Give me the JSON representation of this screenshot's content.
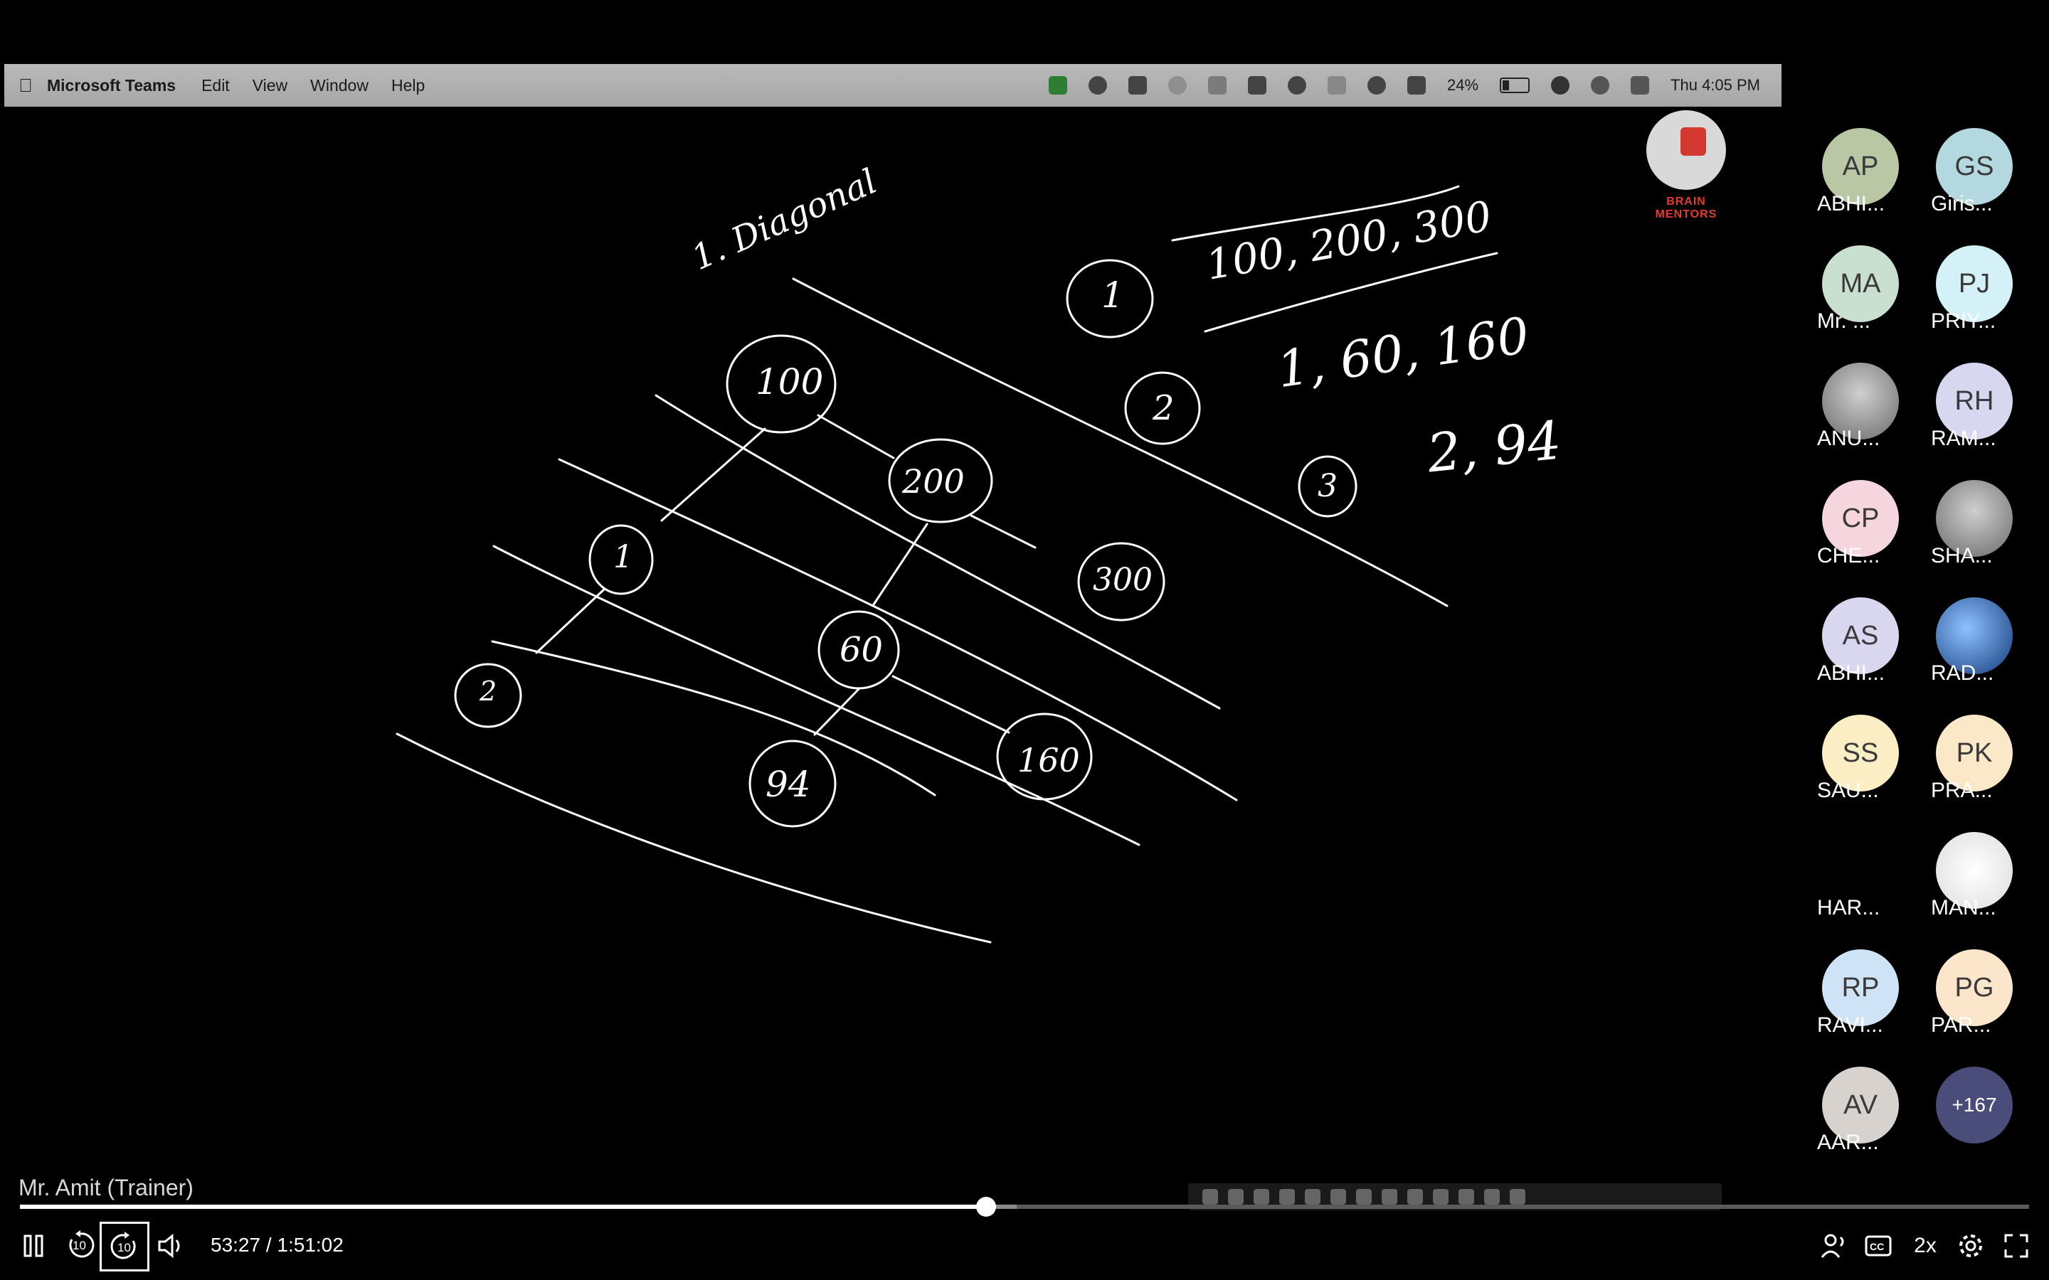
{
  "menubar": {
    "app_name": "Microsoft Teams",
    "items": [
      "Edit",
      "View",
      "Window",
      "Help"
    ],
    "battery": "24%",
    "clock": "Thu 4:05 PM"
  },
  "logo": {
    "text": "BRAIN MENTORS"
  },
  "whiteboard": {
    "title": "1. Diagonal",
    "labels": {
      "n100": "100",
      "n200": "200",
      "n300": "300",
      "n1": "1",
      "n60": "60",
      "n160": "160",
      "n2": "2",
      "n94": "94",
      "list1_num": "1",
      "list1_text": "100, 200, 300",
      "list2_num": "2",
      "list2_text": "1, 60, 160",
      "list3_num": "3",
      "list3_text": "2, 94"
    }
  },
  "participants": [
    {
      "initials": "AP",
      "name": "ABHI...",
      "color": "#b9c7a5"
    },
    {
      "initials": "GS",
      "name": "Giris...",
      "color": "#b3d8df"
    },
    {
      "initials": "MA",
      "name": "Mr. ...",
      "color": "#c9dfcf"
    },
    {
      "initials": "PJ",
      "name": "PRIY...",
      "color": "#d4f1f7"
    },
    {
      "initials": "",
      "name": "ANU...",
      "color": "photo"
    },
    {
      "initials": "RH",
      "name": "RAM...",
      "color": "#d7d8ef"
    },
    {
      "initials": "CP",
      "name": "CHE...",
      "color": "#f6d6de"
    },
    {
      "initials": "",
      "name": "SHA...",
      "color": "photo"
    },
    {
      "initials": "AS",
      "name": "ABHI...",
      "color": "#d9d6f0"
    },
    {
      "initials": "",
      "name": "RAD...",
      "color": "photo-blue"
    },
    {
      "initials": "SS",
      "name": "SAU...",
      "color": "#fbeec4"
    },
    {
      "initials": "PK",
      "name": "PRA...",
      "color": "#fbe8c9"
    },
    {
      "initials": "",
      "name": "HAR...",
      "color": "none"
    },
    {
      "initials": "",
      "name": "MAN...",
      "color": "photo-white"
    },
    {
      "initials": "RP",
      "name": "RAVI...",
      "color": "#cfe3f7"
    },
    {
      "initials": "PG",
      "name": "PAR...",
      "color": "#fbe6cc"
    },
    {
      "initials": "AV",
      "name": "AAR...",
      "color": "#d7d2cd"
    },
    {
      "initials": "+167",
      "name": "",
      "color": "more"
    }
  ],
  "player": {
    "speaker": "Mr. Amit (Trainer)",
    "current_time": "53:27",
    "duration": "1:51:02",
    "time_display": "53:27 / 1:51:02",
    "progress_fraction": 0.481,
    "buffered_fraction": 0.496,
    "speed": "2x",
    "skip_back_seconds": "10",
    "skip_forward_seconds": "10"
  }
}
